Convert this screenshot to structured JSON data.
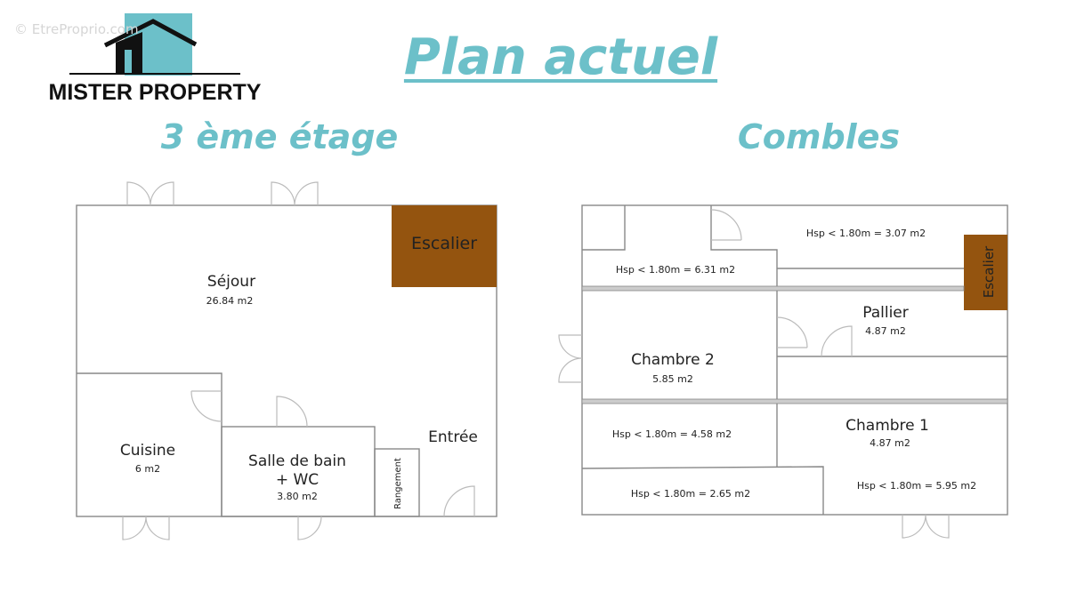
{
  "watermark": "© EtreProprio.com",
  "logo": {
    "text": "MISTER PROPERTY",
    "colors": {
      "accent": "#6cc0c9",
      "dark": "#111111"
    }
  },
  "title": "Plan actuel",
  "floor1": {
    "title": "3 ème étage",
    "rooms": {
      "escalier": "Escalier",
      "sejour": "Séjour",
      "sejour_area": "26.84 m2",
      "cuisine": "Cuisine",
      "cuisine_area": "6 m2",
      "sdb_line1": "Salle de bain",
      "sdb_line2": "+ WC",
      "sdb_area": "3.80 m2",
      "rangement": "Rangement",
      "entree": "Entrée"
    }
  },
  "floor2": {
    "title": "Combles",
    "rooms": {
      "hsp1": "Hsp < 1.80m = 3.07 m2",
      "hsp2": "Hsp < 1.80m = 6.31 m2",
      "escalier": "Escalier",
      "pallier": "Pallier",
      "pallier_area": "4.87 m2",
      "chambre2": "Chambre 2",
      "chambre2_area": "5.85 m2",
      "hsp3": "Hsp < 1.80m = 4.58 m2",
      "chambre1": "Chambre 1",
      "chambre1_area": "4.87 m2",
      "hsp4": "Hsp < 1.80m = 2.65 m2",
      "hsp5": "Hsp < 1.80m = 5.95 m2"
    }
  },
  "colors": {
    "title": "#6cc0c9",
    "stairs": "#94540f"
  }
}
